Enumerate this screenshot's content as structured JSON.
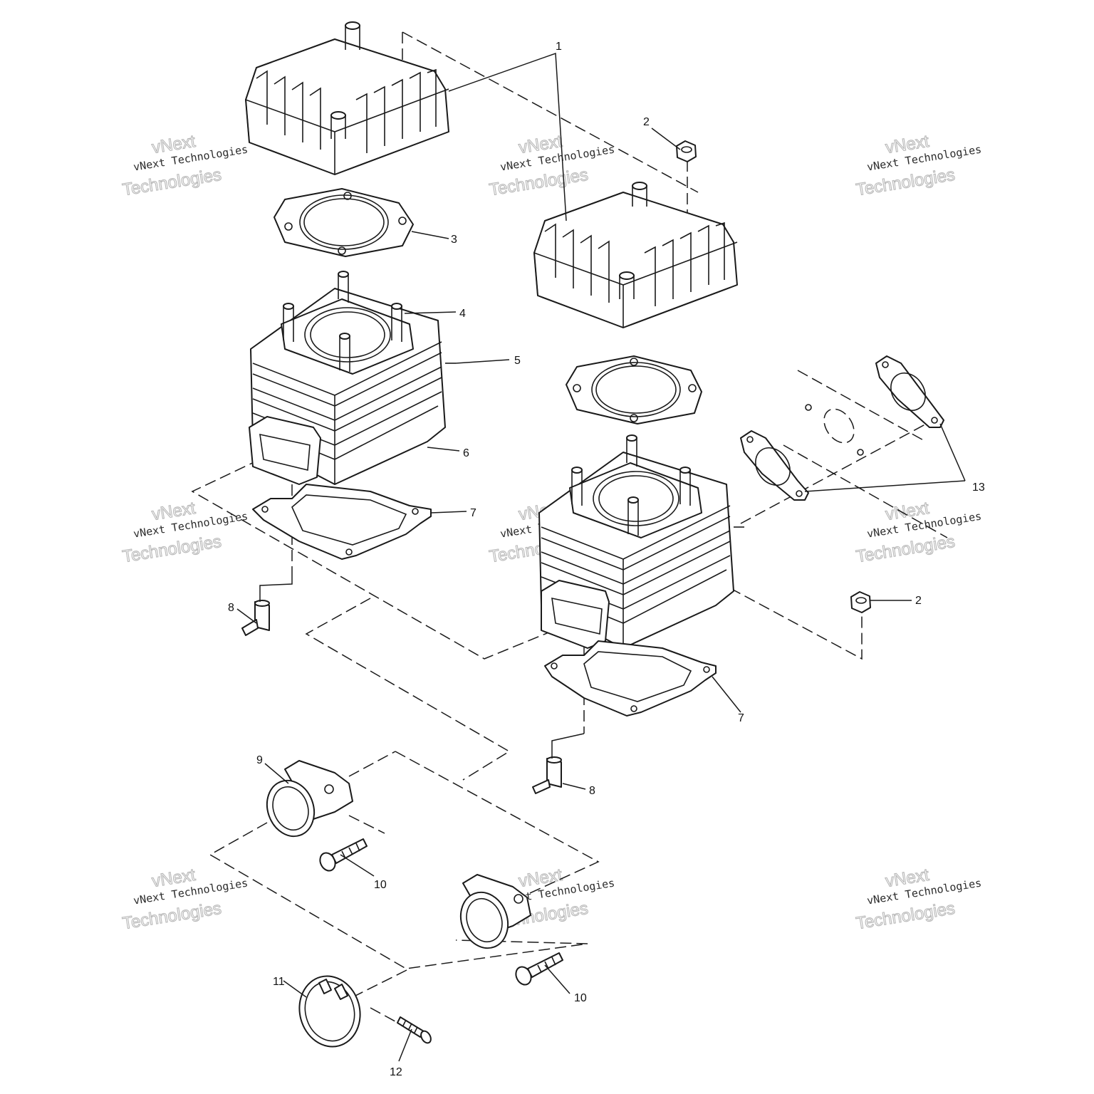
{
  "callouts": {
    "c1": "1",
    "c2": "2",
    "c3": "3",
    "c4": "4",
    "c5": "5",
    "c6": "6",
    "c7": "7",
    "c8": "8",
    "c9": "9",
    "c10": "10",
    "c11": "11",
    "c12": "12",
    "c13": "13"
  },
  "watermark": {
    "line1": "vNext Technologies",
    "outline_top": "vNext",
    "outline_bottom": "Technologies"
  }
}
